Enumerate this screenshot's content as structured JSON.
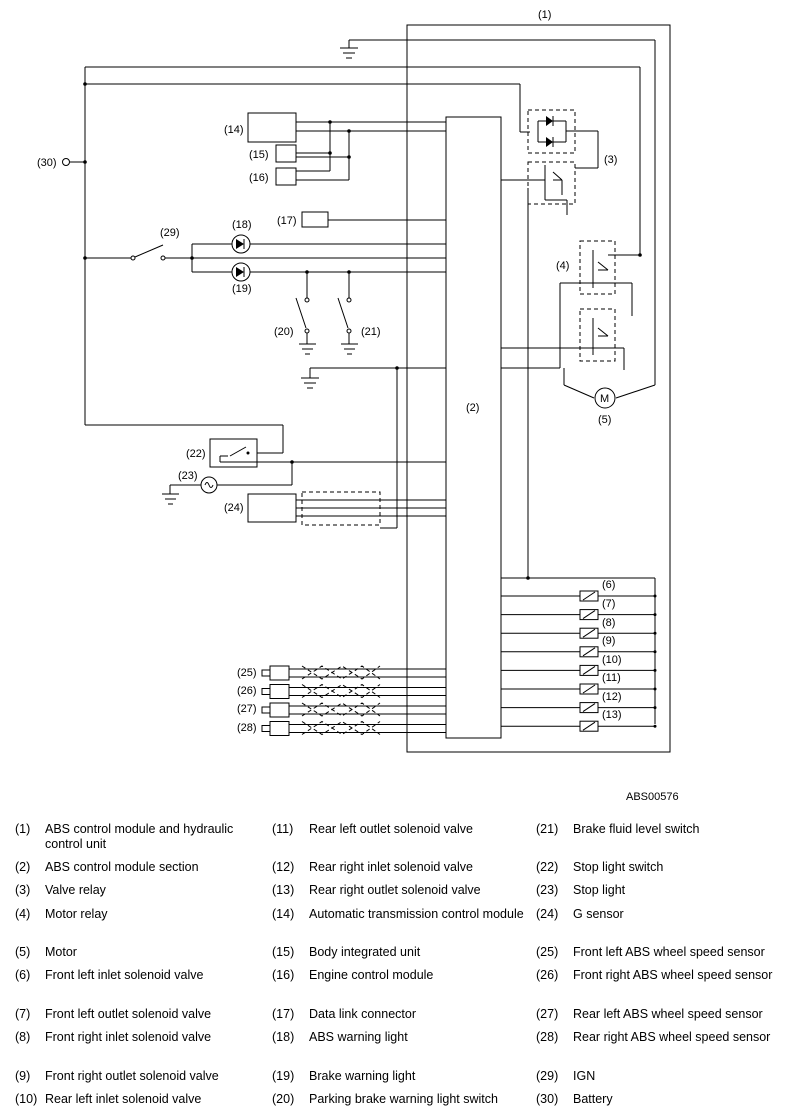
{
  "diagram": {
    "code": "ABS00576",
    "labels": {
      "c1": "(1)",
      "c2": "(2)",
      "c3": "(3)",
      "c4": "(4)",
      "c5": "(5)",
      "c6": "(6)",
      "c7": "(7)",
      "c8": "(8)",
      "c9": "(9)",
      "c10": "(10)",
      "c11": "(11)",
      "c12": "(12)",
      "c13": "(13)",
      "c14": "(14)",
      "c15": "(15)",
      "c16": "(16)",
      "c17": "(17)",
      "c18": "(18)",
      "c19": "(19)",
      "c20": "(20)",
      "c21": "(21)",
      "c22": "(22)",
      "c23": "(23)",
      "c24": "(24)",
      "c25": "(25)",
      "c26": "(26)",
      "c27": "(27)",
      "c28": "(28)",
      "c29": "(29)",
      "c30": "(30)",
      "motor": "M"
    }
  },
  "legend": {
    "col1": [
      {
        "num": "(1)",
        "text": "ABS control module and hydraulic control unit"
      },
      {
        "num": "(2)",
        "text": "ABS control module section"
      },
      {
        "num": "(3)",
        "text": "Valve relay"
      },
      {
        "num": "(4)",
        "text": "Motor relay"
      },
      {
        "num": "(5)",
        "text": "Motor"
      },
      {
        "num": "(6)",
        "text": "Front left inlet solenoid valve"
      },
      {
        "num": "(7)",
        "text": "Front left outlet solenoid valve"
      },
      {
        "num": "(8)",
        "text": "Front right inlet solenoid valve"
      },
      {
        "num": "(9)",
        "text": "Front right outlet solenoid valve"
      },
      {
        "num": "(10)",
        "text": "Rear left inlet solenoid valve"
      }
    ],
    "col2": [
      {
        "num": "(11)",
        "text": "Rear left outlet solenoid valve"
      },
      {
        "num": "(12)",
        "text": "Rear right inlet solenoid valve"
      },
      {
        "num": "(13)",
        "text": "Rear right outlet solenoid valve"
      },
      {
        "num": "(14)",
        "text": "Automatic transmission control module"
      },
      {
        "num": "(15)",
        "text": "Body integrated unit"
      },
      {
        "num": "(16)",
        "text": "Engine control module"
      },
      {
        "num": "(17)",
        "text": "Data link connector"
      },
      {
        "num": "(18)",
        "text": "ABS warning light"
      },
      {
        "num": "(19)",
        "text": "Brake warning light"
      },
      {
        "num": "(20)",
        "text": "Parking brake warning light switch"
      }
    ],
    "col3": [
      {
        "num": "(21)",
        "text": "Brake fluid level switch"
      },
      {
        "num": "(22)",
        "text": "Stop light switch"
      },
      {
        "num": "(23)",
        "text": "Stop light"
      },
      {
        "num": "(24)",
        "text": "G sensor"
      },
      {
        "num": "(25)",
        "text": "Front left ABS wheel speed sensor"
      },
      {
        "num": "(26)",
        "text": "Front right ABS wheel speed sensor"
      },
      {
        "num": "(27)",
        "text": "Rear left ABS wheel speed sensor"
      },
      {
        "num": "(28)",
        "text": "Rear right ABS wheel speed sensor"
      },
      {
        "num": "(29)",
        "text": "IGN"
      },
      {
        "num": "(30)",
        "text": "Battery"
      }
    ]
  }
}
